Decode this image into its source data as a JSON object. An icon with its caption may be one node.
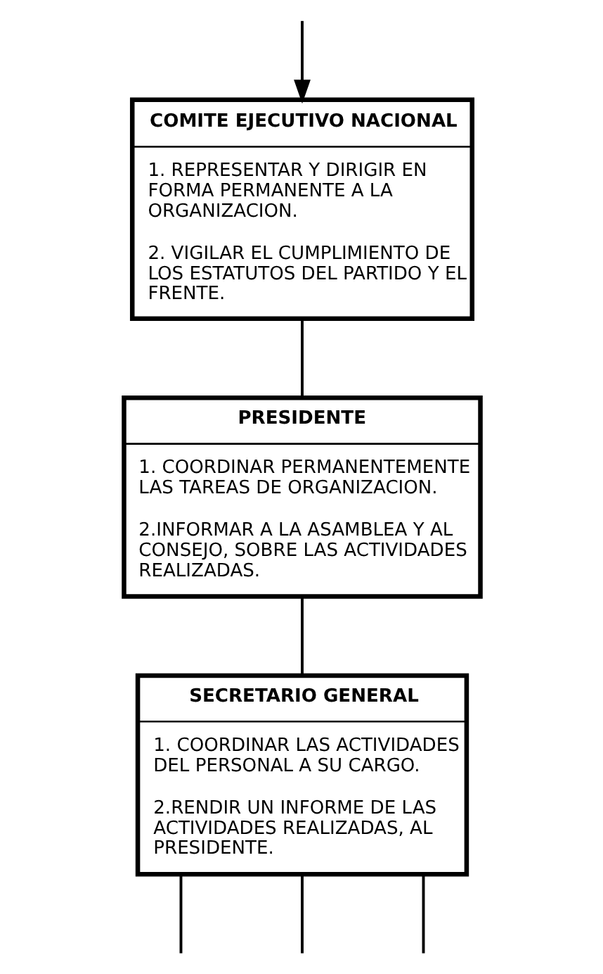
{
  "diagram": {
    "nodes": [
      {
        "text": [
          "COMITE EJECUTIVO NACIONAL",
          "1. REPRESENTAR Y DIRIGIR EN FORMA PERMANENTE A LA ORGANIZACION.",
          "2. VIGILAR EL CUMPLIMIENTO DE LOS ESTATUTOS DEL PARTIDO Y EL FRENTE."
        ]
      },
      {
        "text": [
          "PRESIDENTE",
          "1. COORDINAR PERMANENTEMENTE LAS TAREAS DE ORGANIZACION.",
          "2.INFORMAR A LA ASAMBLEA Y AL CONSEJO, SOBRE LAS ACTIVIDADES REALIZADAS."
        ]
      },
      {
        "text": [
          "SECRETARIO GENERAL",
          "1. COORDINAR LAS ACTIVIDADES DEL PERSONAL A SU CARGO.",
          "2.RENDIR UN INFORME DE LAS ACTIVIDADES REALIZADAS, AL PRESIDENTE."
        ]
      }
    ],
    "edges": [
      {
        "from": null,
        "to": 0,
        "arrow": "to"
      },
      {
        "from": 0,
        "to": 1,
        "arrow": "none"
      },
      {
        "from": 1,
        "to": 2,
        "arrow": "none"
      },
      {
        "from": 2,
        "to": null,
        "arrow": "none"
      },
      {
        "from": 2,
        "to": null,
        "arrow": "none"
      },
      {
        "from": 2,
        "to": null,
        "arrow": "none"
      }
    ]
  }
}
